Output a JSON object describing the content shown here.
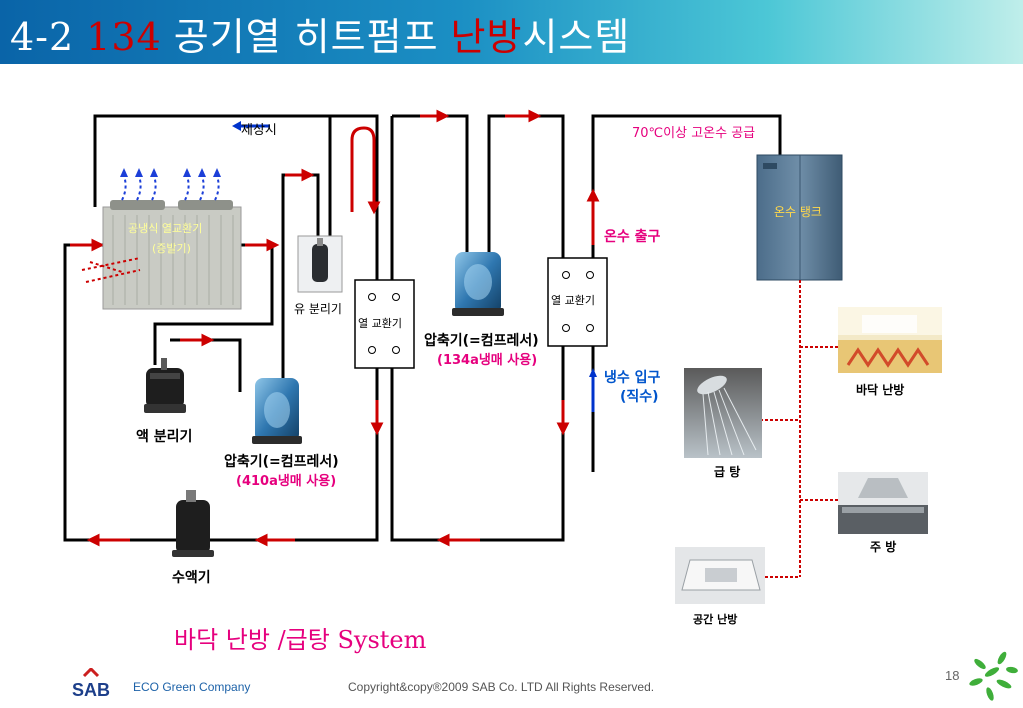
{
  "header": {
    "prefix": "4-2",
    "number": "134",
    "title_main": "공기열 히트펌프",
    "title_red": "난방",
    "title_tail": "시스템"
  },
  "labels": {
    "defrost": "제상시",
    "air_hx": "공냉식 열교환기",
    "evaporator": "(증발기)",
    "oil_separator": "유 분리기",
    "liquid_separator": "액 분리기",
    "compressor_410a": "압축기(=컴프레서)",
    "refrigerant_410a": "(410a냉매 사용)",
    "receiver": "수액기",
    "hx_left": "열 교환기",
    "compressor_134a": "압축기(=컴프레서)",
    "refrigerant_134a": "(134a냉매 사용)",
    "hx_right": "열 교환기",
    "hot_water_supply": "70℃이상 고온수 공급",
    "hot_water_outlet": "온수 출구",
    "cold_water_inlet": "냉수 입구",
    "direct_water": "(직수)",
    "hot_water_tank": "온수 탱크",
    "floor_heating": "바닥 난방",
    "hot_water_tap": "급 탕",
    "kitchen": "주 방",
    "space_heating": "공간 난방"
  },
  "system_caption": "바닥 난방 /급탕 System",
  "footer": {
    "logo": "SAB",
    "company": "ECO Green Company",
    "copyright": "Copyright&copy®2009 SAB Co. LTD All Rights Reserved.",
    "page_number": "18"
  },
  "colors": {
    "pipe": "#000000",
    "flow_arrow": "#cc0000",
    "defrost_arrow": "#0033cc",
    "label_red": "#cc0000",
    "label_magenta": "#e6007e",
    "label_blue": "#0055cc",
    "dotted_line": "#cc0000"
  }
}
